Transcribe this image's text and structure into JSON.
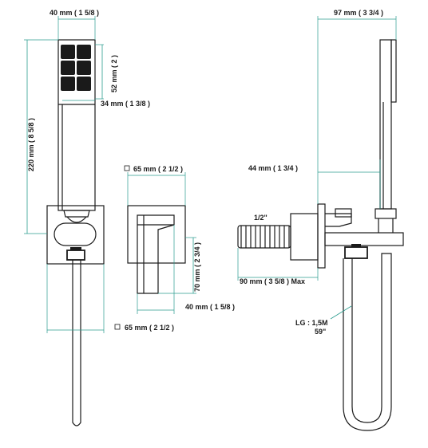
{
  "colors": {
    "line": "#1a1a1a",
    "dimension": "#2b9d8f",
    "background": "#ffffff"
  },
  "labels": {
    "handshower_width": "40 mm  ( 1 5/8 )",
    "handshower_height": "220 mm  ( 8 5/8 )",
    "spray_face": "52 mm  ( 2 )",
    "handle_width": "34 mm  ( 1 3/8 )",
    "plate_holder": "65 mm  ( 2 1/2 )",
    "plate_valve": "65 mm  ( 2 1/2 )",
    "lever_height": "70 mm  ( 2 3/4 )",
    "lever_depth": "40 mm  ( 1 5/8 )",
    "total_depth": "97 mm  ( 3 3/4 )",
    "wall_projection": "44 mm  ( 1 3/4 )",
    "thread": "1/2\"",
    "body_depth": "90 mm  ( 3 5/8 )  Max",
    "hose_length": "LG : 1,5M",
    "hose_length_in": "59\""
  }
}
